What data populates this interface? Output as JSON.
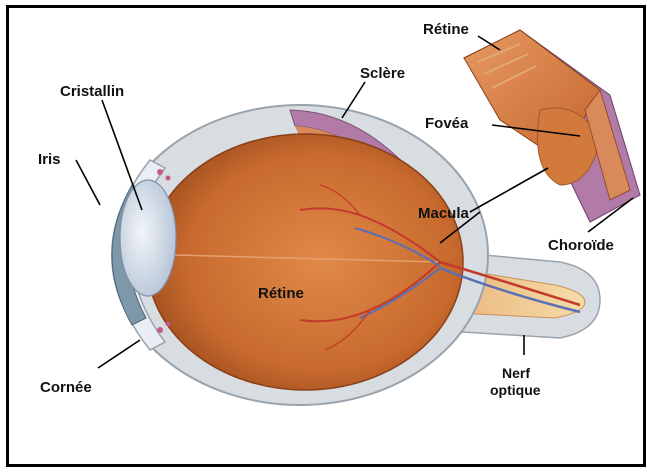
{
  "labels": {
    "cristallin": "Cristallin",
    "iris": "Iris",
    "cornee": "Cornée",
    "sclere": "Sclère",
    "retine_main": "Rétine",
    "retine_inset": "Rétine",
    "fovea": "Fovéa",
    "macula": "Macula",
    "choroide": "Choroïde",
    "nerf_line1": "Nerf",
    "nerf_line2": "optique"
  },
  "colors": {
    "sclera": "#d8dde2",
    "sclera_edge": "#9aa3ab",
    "retina_fill": "#c86a2e",
    "retina_dark": "#a9521f",
    "choroid": "#b27aa6",
    "lens": "#c8d4e4",
    "iris": "#7d98a8",
    "cornea": "#e8eef4",
    "vessel_red": "#c23a2a",
    "vessel_blue": "#5b6fb5",
    "nerve": "#f0c890",
    "inset_stripe": "#d98a5a"
  }
}
